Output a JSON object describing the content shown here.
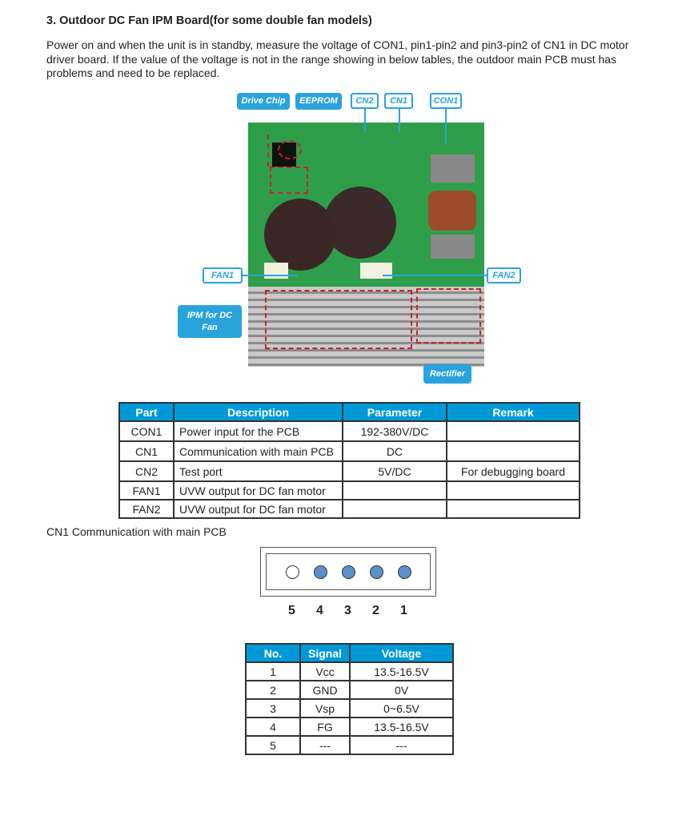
{
  "heading": "3. Outdoor DC Fan IPM Board(for some double fan models)",
  "intro": "Power on and when the unit is in standby, measure the voltage of CON1, pin1-pin2 and pin3-pin2 of CN1 in DC motor driver board. If the value of the voltage is not in the range showing in below tables, the outdoor main PCB must has problems and need to be replaced.",
  "figure": {
    "labels": {
      "drive_chip": "Drive Chip",
      "eeprom": "EEPROM",
      "cn2": "CN2",
      "cn1": "CN1",
      "con1": "CON1",
      "fan1": "FAN1",
      "fan2": "FAN2",
      "ipm": "IPM for DC Fan",
      "rectifier": "Rectifier"
    }
  },
  "parts_table": {
    "headers": [
      "Part",
      "Description",
      "Parameter",
      "Remark"
    ],
    "rows": [
      [
        "CON1",
        "Power input for the PCB",
        "192-380V/DC",
        ""
      ],
      [
        "CN1",
        "Communication with main PCB",
        "DC",
        ""
      ],
      [
        "CN2",
        "Test port",
        "5V/DC",
        "For debugging board"
      ],
      [
        "FAN1",
        "UVW output for DC fan motor",
        "",
        ""
      ],
      [
        "FAN2",
        "UVW output for DC fan motor",
        "",
        ""
      ]
    ]
  },
  "cn1_caption": "CN1 Communication with main PCB",
  "connector": {
    "pins": [
      "5",
      "4",
      "3",
      "2",
      "1"
    ],
    "pin_color": "#5b8fc9"
  },
  "cn1_table": {
    "headers": [
      "No.",
      "Signal",
      "Voltage"
    ],
    "rows": [
      [
        "1",
        "Vcc",
        "13.5-16.5V"
      ],
      [
        "2",
        "GND",
        "0V"
      ],
      [
        "3",
        "Vsp",
        "0~6.5V"
      ],
      [
        "4",
        "FG",
        "13.5-16.5V"
      ],
      [
        "5",
        "---",
        "---"
      ]
    ]
  }
}
